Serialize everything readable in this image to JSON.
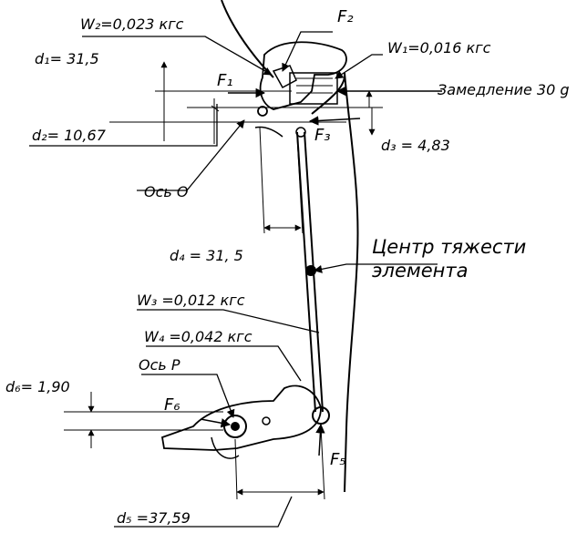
{
  "labels": {
    "w2": "W₂=0,023 кгс",
    "f2": "F₂",
    "w1": "W₁=0,016 кгс",
    "d1": "d₁= 31,5",
    "f1": "F₁",
    "decel": "Замедление 30 g",
    "d2": "d₂= 10,67",
    "f3": "F₃",
    "d3": "d₃ = 4,83",
    "axis_o": "Ось О",
    "center_line1": "Центр тяжести",
    "center_line2": "элемента",
    "d4": "d₄ = 31, 5",
    "w3": "W₃ =0,012 кгс",
    "w4": "W₄ =0,042 кгс",
    "axis_p": "Ось Р",
    "d6": "d₆= 1,90",
    "f6": "F₆",
    "f5": "F₅",
    "d5": "d₅ =37,59"
  }
}
